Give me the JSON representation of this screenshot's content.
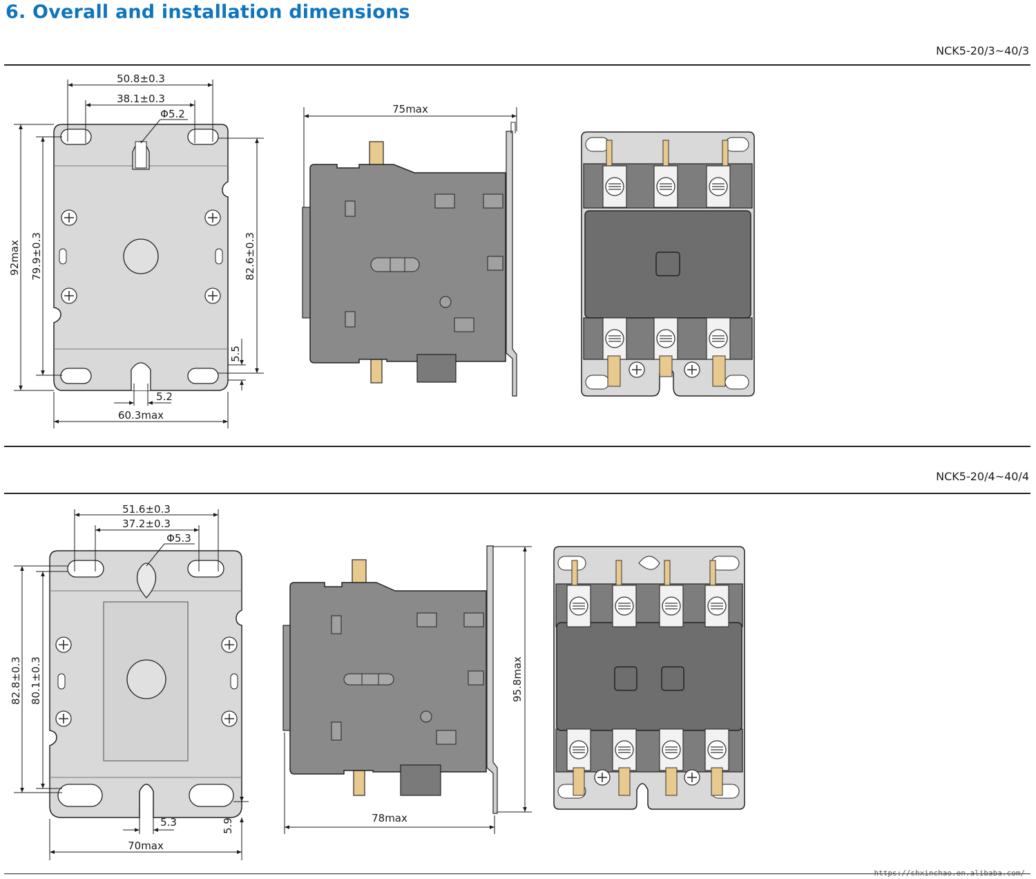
{
  "header": {
    "title": "6. Overall and installation dimensions"
  },
  "colors": {
    "title_blue": "#0f75bc",
    "body_gray": "#808080",
    "plate_gray": "#d8d8d8",
    "copper": "#e8c98e"
  },
  "sections": [
    {
      "model": "NCK5-20/3~40/3",
      "front_view": {
        "width_top": "50.8±0.3",
        "slot_spacing_top": "38.1±0.3",
        "hole_dia": "Φ5.2",
        "height_max": "92max",
        "height_left": "79.9±0.3",
        "height_right": "82.6±0.3",
        "bottom_offset": "5.5",
        "slot_width": "5.2",
        "width_max": "60.3max"
      },
      "side_view": {
        "depth_max": "75max"
      }
    },
    {
      "model": "NCK5-20/4~40/4",
      "front_view": {
        "width_top": "51.6±0.3",
        "slot_spacing_top": "37.2±0.3",
        "hole_dia": "Φ5.3",
        "height_outer": "82.8±0.3",
        "height_inner": "80.1±0.3",
        "slot_width": "5.3",
        "bottom_offset": "5.9",
        "width_max": "70max"
      },
      "side_view": {
        "height_max": "95.8max",
        "depth_max": "78max"
      }
    }
  ],
  "footer": {
    "watermark": "https://shxinchao.en.alibaba.com/"
  }
}
